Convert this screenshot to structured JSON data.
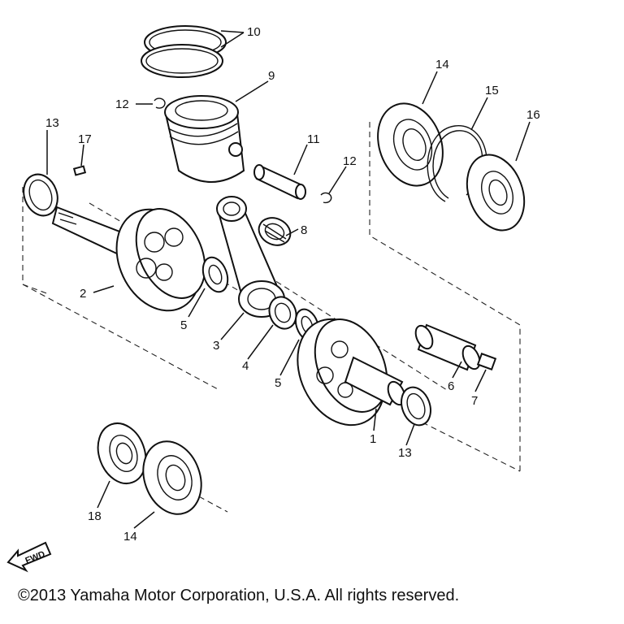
{
  "callouts": {
    "c1": "1",
    "c2": "2",
    "c3": "3",
    "c4": "4",
    "c5a": "5",
    "c5b": "5",
    "c6": "6",
    "c7": "7",
    "c8": "8",
    "c9": "9",
    "c10": "10",
    "c11": "11",
    "c12a": "12",
    "c12b": "12",
    "c13a": "13",
    "c13b": "13",
    "c14a": "14",
    "c14b": "14",
    "c15": "15",
    "c16": "16",
    "c17": "17",
    "c18": "18"
  },
  "fwd_label": "FWD",
  "copyright": "©2013 Yamaha Motor Corporation, U.S.A. All rights reserved."
}
